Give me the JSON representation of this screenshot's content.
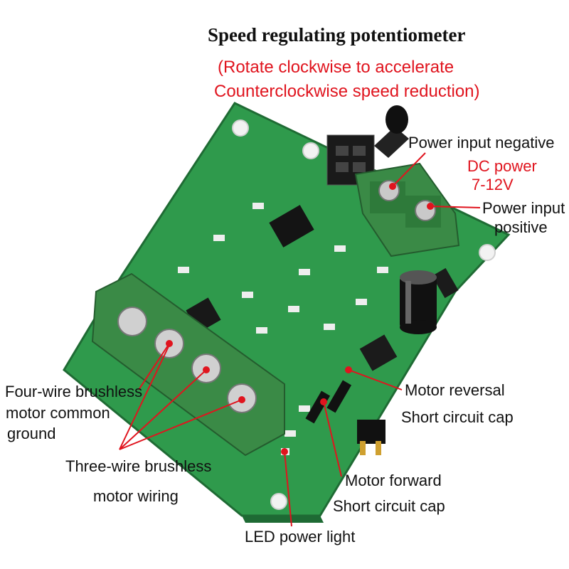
{
  "title": "Speed regulating potentiometer",
  "subtitle_line1": "(Rotate clockwise to accelerate",
  "subtitle_line2": "Counterclockwise speed reduction)",
  "power_neg": "Power input negative",
  "dc_power": "DC power",
  "voltage": "7-12V",
  "power_pos_line1": "Power input",
  "power_pos_line2": "positive",
  "four_wire_line1": "Four-wire brushless",
  "four_wire_line2": "motor common",
  "four_wire_line3": "ground",
  "three_wire_line1": "Three-wire brushless",
  "three_wire_line2": "motor wiring",
  "reversal_line1": "Motor reversal",
  "reversal_line2": "Short circuit cap",
  "forward_line1": "Motor forward",
  "forward_line2": "Short circuit cap",
  "led": "LED power light",
  "colors": {
    "accent_red": "#e0141e",
    "pcb_green": "#2f9a4c",
    "terminal_green": "#3a8a46"
  }
}
